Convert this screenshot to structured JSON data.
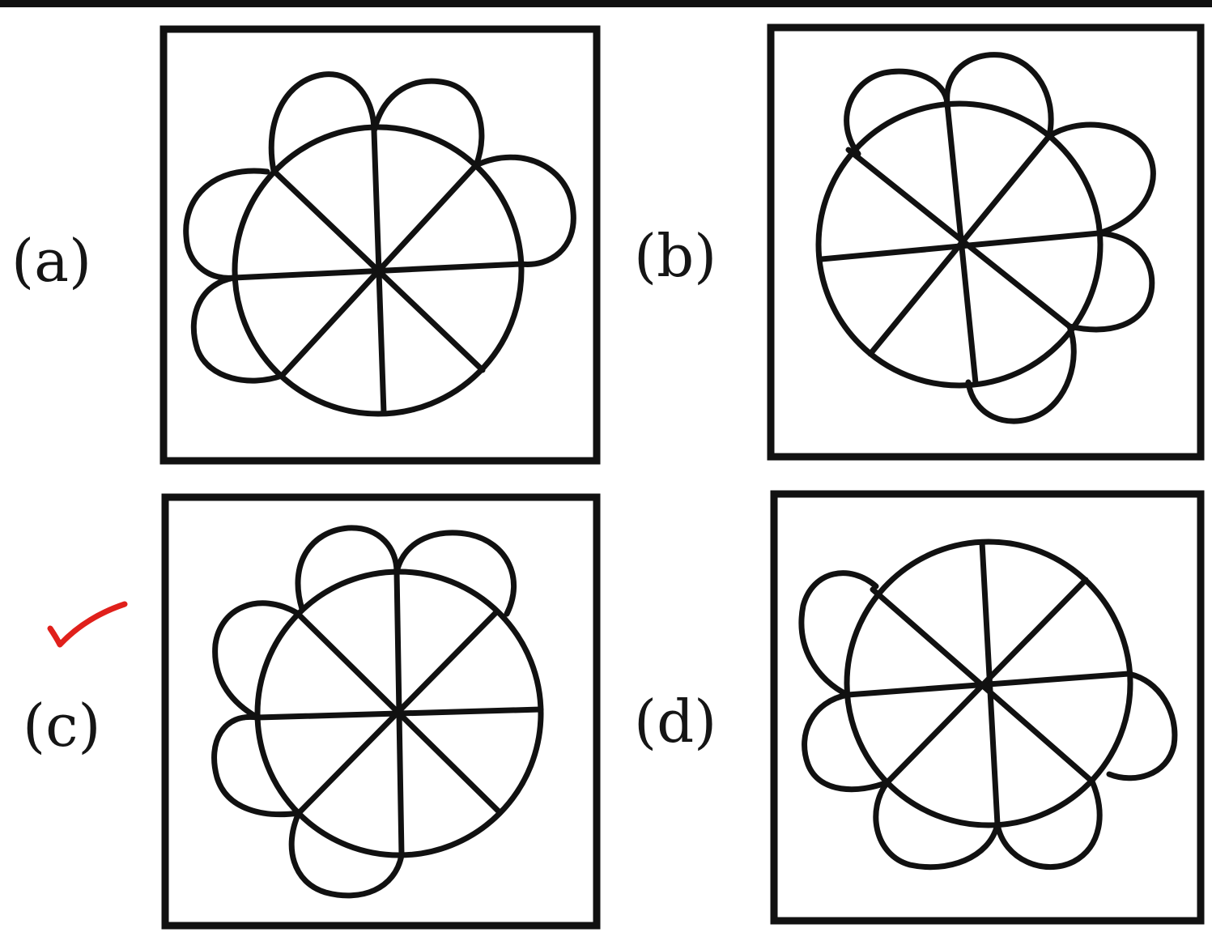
{
  "options": [
    {
      "id": "a",
      "label": "(a)"
    },
    {
      "id": "b",
      "label": "(b)"
    },
    {
      "id": "c",
      "label": "(c)"
    },
    {
      "id": "d",
      "label": "(d)"
    }
  ],
  "marked_answer": "c",
  "colors": {
    "ink": "#111111",
    "tick": "#e0201b",
    "background": "#ffffff"
  }
}
